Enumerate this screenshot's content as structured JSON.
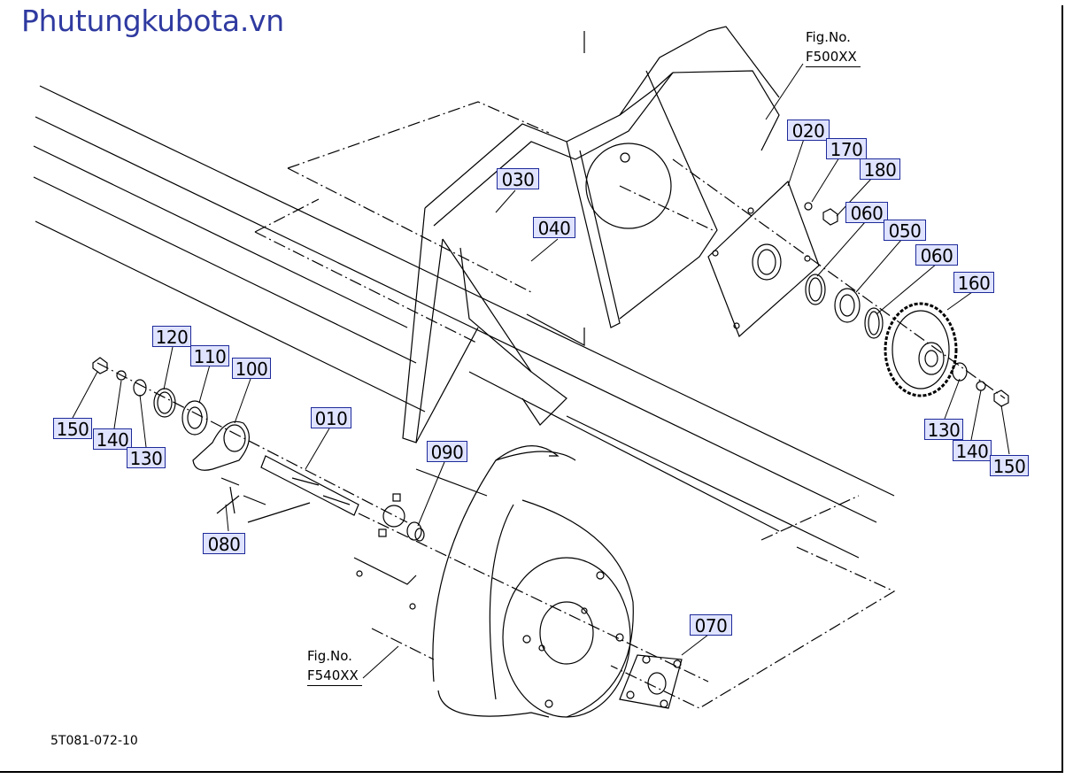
{
  "watermark": "Phutungkubota.vn",
  "drawing_number": "5T081-072-10",
  "fig_refs": {
    "top": {
      "label": "Fig.No.",
      "code": "F500XX"
    },
    "bottom": {
      "label": "Fig.No.",
      "code": "F540XX"
    }
  },
  "callouts": {
    "c010": "010",
    "c020": "020",
    "c030": "030",
    "c040": "040",
    "c050": "050",
    "c060a": "060",
    "c060b": "060",
    "c070": "070",
    "c080": "080",
    "c090": "090",
    "c100": "100",
    "c110": "110",
    "c120": "120",
    "c130a": "130",
    "c130b": "130",
    "c140a": "140",
    "c140b": "140",
    "c150a": "150",
    "c150b": "150",
    "c160": "160",
    "c170": "170",
    "c180": "180"
  }
}
